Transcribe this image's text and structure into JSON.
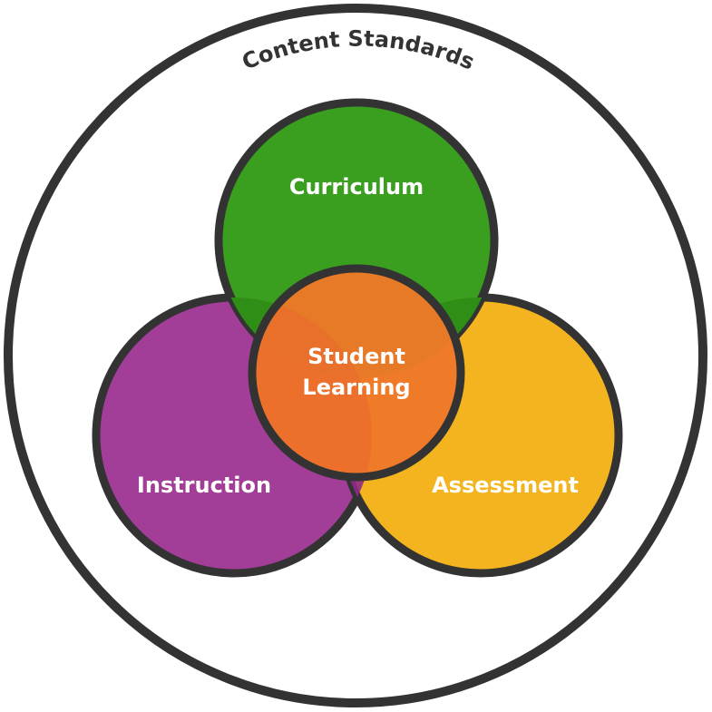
{
  "diagram": {
    "outer": {
      "label": "Content Standards",
      "stroke": "#333333"
    },
    "circles": [
      {
        "id": "curriculum",
        "label": "Curriculum",
        "color": "#3a9e1f"
      },
      {
        "id": "instruction",
        "label": "Instruction",
        "color": "#a23e97"
      },
      {
        "id": "assessment",
        "label": "Assessment",
        "color": "#f3b41f"
      }
    ],
    "center": {
      "label_line1": "Student",
      "label_line2": "Learning",
      "color": "#ef7a28"
    }
  }
}
